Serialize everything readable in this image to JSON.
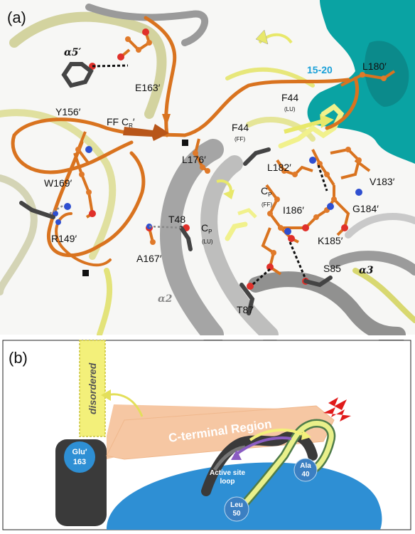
{
  "panel_a": {
    "label": "(a)",
    "helices": {
      "a5": "α5′",
      "a2": "α2",
      "a3": "α3"
    },
    "residues": {
      "y156": "Y156′",
      "e163": "E163′",
      "ff_cr": "FF C",
      "ff_cr_sub": "R",
      "ff_cr_prime": "′",
      "w169": "W169′",
      "r149": "R149′",
      "t48": "T48",
      "a167": "A167′",
      "l176": "L176′",
      "f44_lu": "F44",
      "f44_lu_sub": "(LU)",
      "f44_ff": "F44",
      "f44_ff_sub": "(FF)",
      "l182": "L182′",
      "cp_ff": "C",
      "cp_ff_sub": "P",
      "cp_ff_note": "(FF)",
      "cp_lu": "C",
      "cp_lu_sub": "P",
      "cp_lu_note": "(LU)",
      "i186": "I186′",
      "k185": "K185′",
      "g184": "G184′",
      "v183": "V183′",
      "l180": "L180′",
      "s85": "S85",
      "t87": "T87"
    },
    "region": "15-20",
    "colors": {
      "orange": "#d2691e",
      "teal": "#0aa6a6",
      "yellow": "#e8e87a",
      "gray": "#8c8c8c"
    }
  },
  "panel_b": {
    "label": "(b)",
    "disordered": "disordered",
    "c_terminal": "C-terminal Region",
    "glu": {
      "name": "Glu′",
      "num": "163"
    },
    "leu": {
      "name": "Leu",
      "num": "50"
    },
    "ala": {
      "name": "Ala",
      "num": "40"
    },
    "active_site": [
      "Active site",
      "loop"
    ],
    "colors": {
      "blue": "#2e8fd4",
      "peach": "#f6c7a3",
      "yellow": "#f3f07a",
      "dark": "#3a3a3a"
    }
  }
}
